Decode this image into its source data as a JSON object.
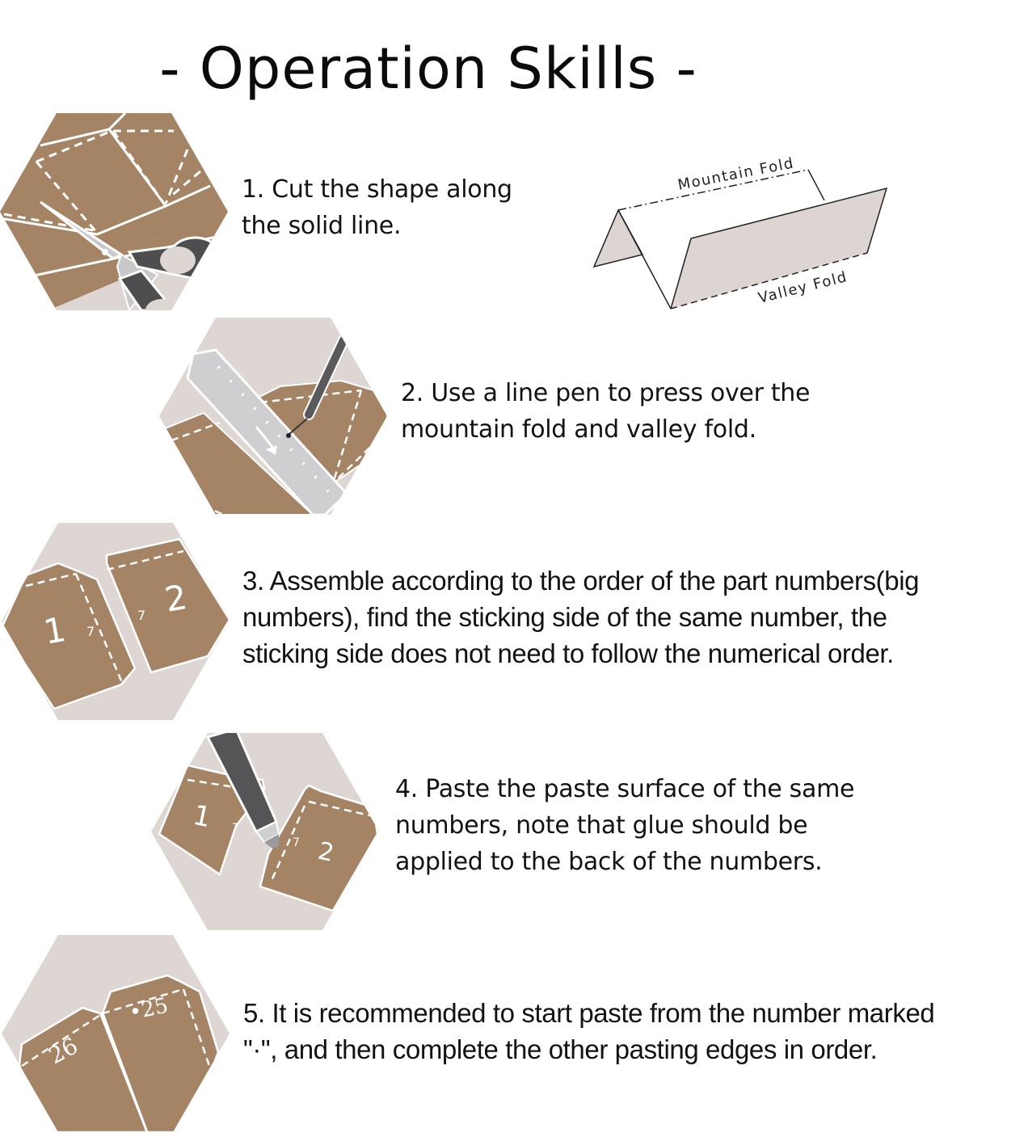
{
  "title": "- Operation Skills -",
  "colors": {
    "paper_brown": "#a58466",
    "hex_background": "#ddd6d2",
    "fold_fill": "#dcd5d1",
    "tool_dark": "#5a5a5c",
    "ruler_gray": "#cfcfd1",
    "text": "#121212"
  },
  "fold_diagram": {
    "mountain_label": "Mountain Fold",
    "valley_label": "Valley Fold"
  },
  "steps": [
    {
      "number": 1,
      "icon": "scissors-cutting-paper",
      "lines": [
        "1. Cut the shape along",
        "the solid line."
      ]
    },
    {
      "number": 2,
      "icon": "line-pen-ruler",
      "lines": [
        "2. Use a line pen to press over the",
        "mountain fold and valley fold."
      ]
    },
    {
      "number": 3,
      "icon": "numbered-parts",
      "part_labels": [
        "1",
        "2"
      ],
      "tab_labels": [
        "7",
        "7"
      ],
      "lines": [
        "3. Assemble according to the order of the part numbers(big",
        "numbers), find the sticking side of the same number, the",
        "sticking side does not need to follow the numerical order."
      ]
    },
    {
      "number": 4,
      "icon": "glue-pen-parts",
      "part_labels": [
        "1",
        "2"
      ],
      "tab_labels": [
        "7",
        "7"
      ],
      "lines": [
        "4. Paste the paste surface of the same",
        "numbers, note that glue should be",
        "applied to the back of the numbers."
      ]
    },
    {
      "number": 5,
      "icon": "marked-start-parts",
      "part_labels": [
        "26",
        "•25"
      ],
      "lines": [
        "5. It is recommended to start paste from the number marked",
        "\"·\", and then complete the other pasting edges in order."
      ]
    }
  ]
}
